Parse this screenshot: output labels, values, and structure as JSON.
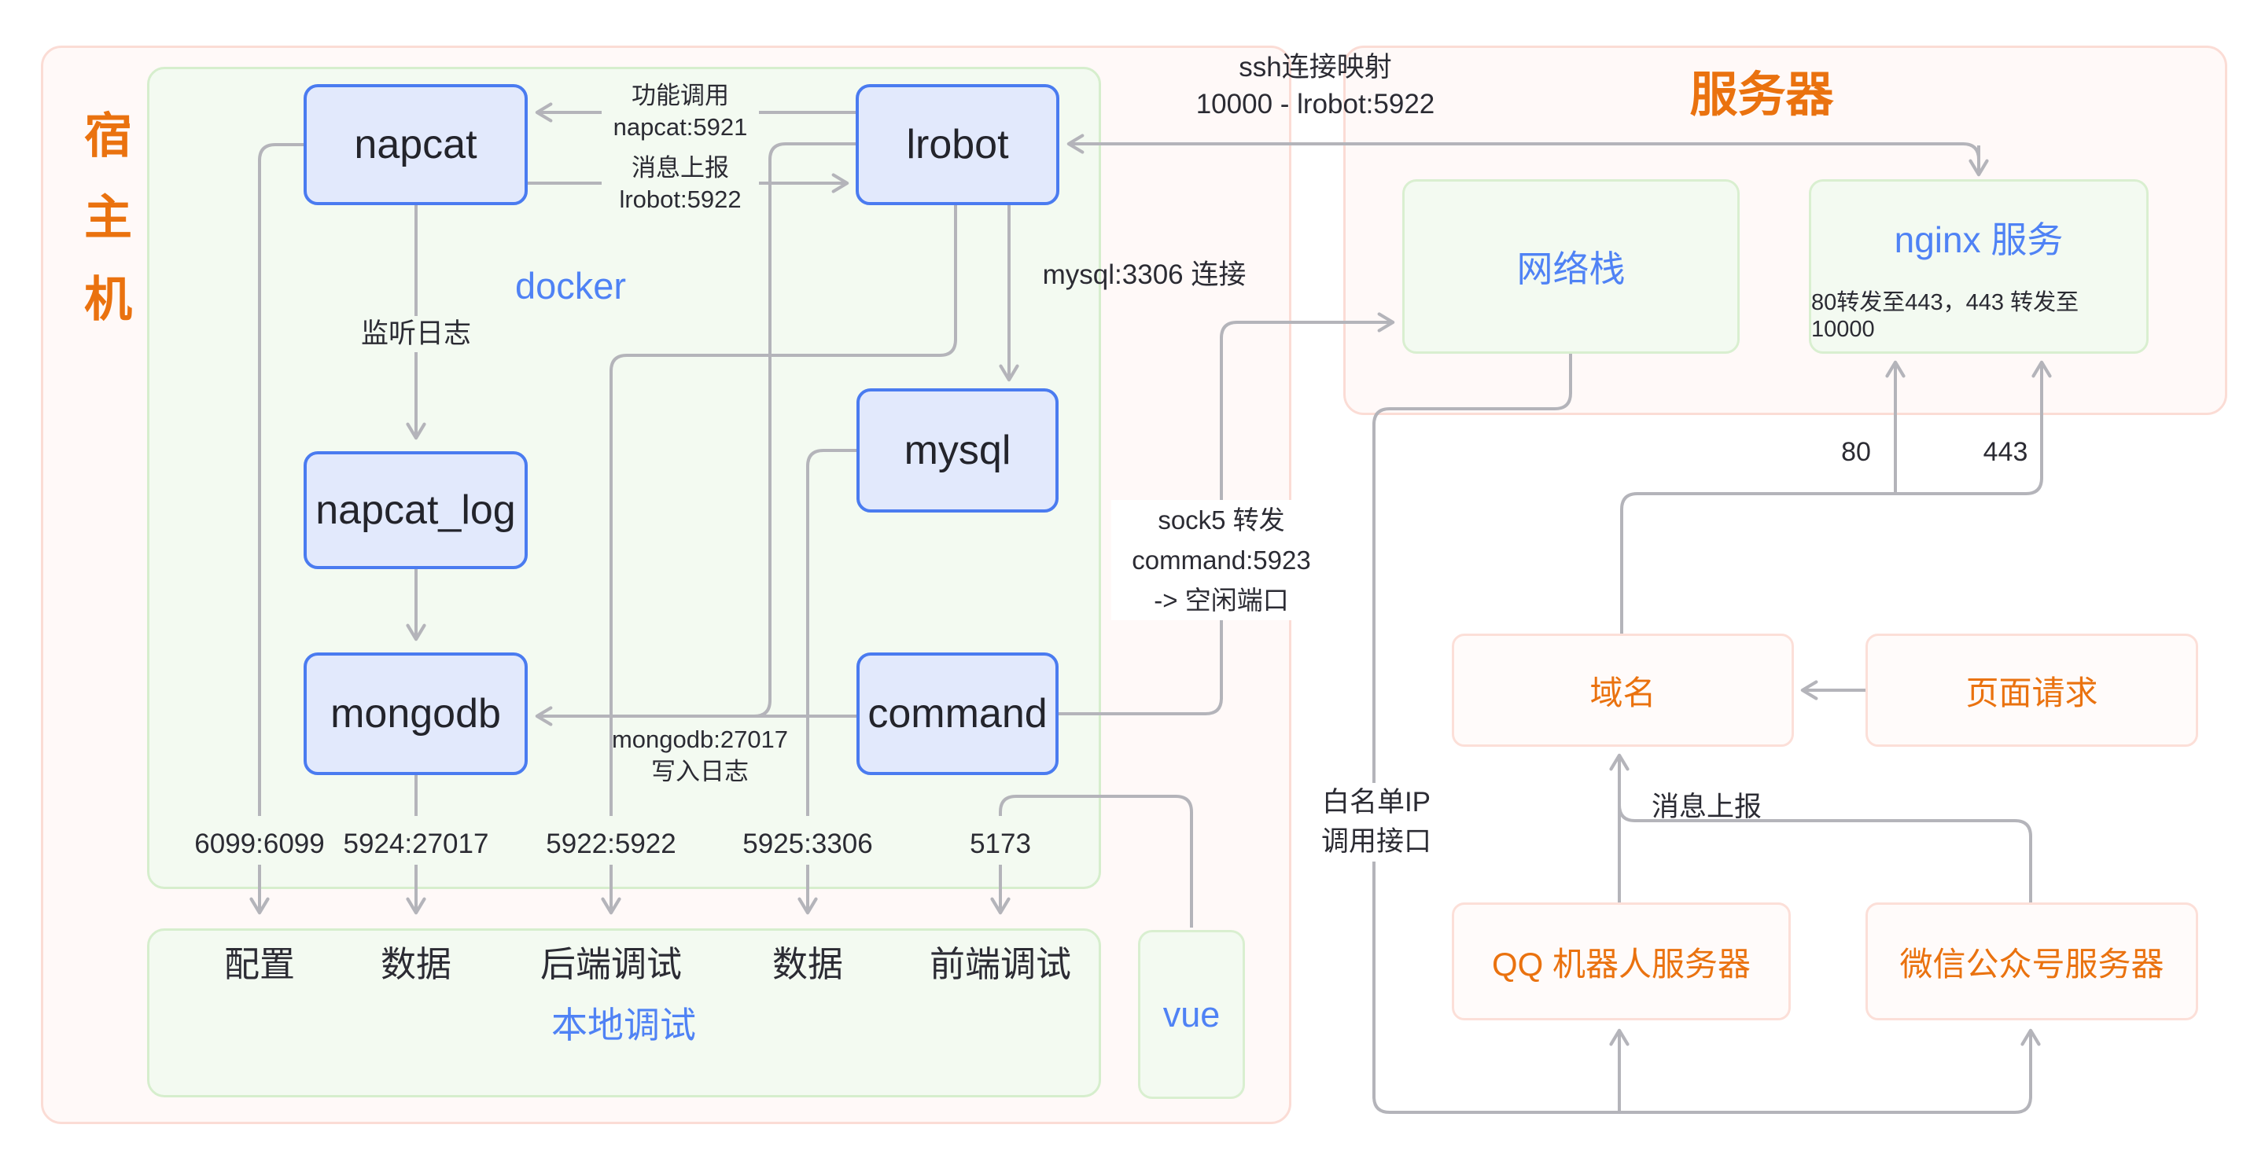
{
  "titles": {
    "host": "宿主机",
    "server": "服务器"
  },
  "containers": {
    "docker": "docker",
    "local_debug": "本地调试",
    "vue": "vue",
    "net_stack": "网络栈",
    "nginx": "nginx 服务",
    "nginx_note": "80转发至443，443 转发至 10000"
  },
  "nodes": {
    "napcat": "napcat",
    "lrobot": "lrobot",
    "mysql": "mysql",
    "napcat_log": "napcat_log",
    "mongodb": "mongodb",
    "command": "command",
    "domain": "域名",
    "page_request": "页面请求",
    "qq_bot": "QQ 机器人服务器",
    "wechat": "微信公众号服务器"
  },
  "edge_labels": {
    "func_call": "功能调用",
    "func_call_port": "napcat:5921",
    "msg_report": "消息上报",
    "msg_report_port": "lrobot:5922",
    "listen_log": "监听日志",
    "ssh_map": "ssh连接映射",
    "ssh_map_port": "10000 - lrobot:5922",
    "mysql_conn": "mysql:3306 连接",
    "sock5_line1": "sock5 转发",
    "sock5_line2": "command:5923",
    "sock5_line3": "-> 空闲端口",
    "write_log_line1": "mongodb:27017",
    "write_log_line2": "写入日志",
    "whitelist_line1": "白名单IP",
    "whitelist_line2": "调用接口",
    "msg_report_right": "消息上报",
    "port_80": "80",
    "port_443": "443"
  },
  "ports": [
    "6099:6099",
    "5924:27017",
    "5922:5922",
    "5925:3306",
    "5173"
  ],
  "debug_items": [
    "配置",
    "数据",
    "后端调试",
    "数据",
    "前端调试"
  ],
  "colors": {
    "accent_orange": "#ea720f",
    "accent_blue": "#4f82f5",
    "node_blue_border": "#4a7bf0",
    "node_blue_fill": "#e2e9fc",
    "green_fill": "#f3faf1",
    "green_border": "#d6eecd",
    "pink_fill": "#fff9f8",
    "pink_border": "#fbdcd5",
    "wire_gray": "#b4b4ba",
    "text_dark": "#2b2b33"
  }
}
